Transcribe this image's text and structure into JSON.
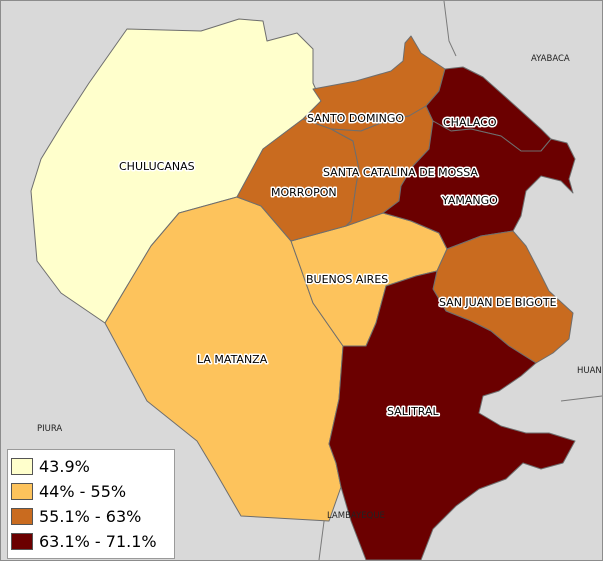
{
  "colors": {
    "class1": "#ffffcc",
    "class2": "#fdc35c",
    "class3": "#c96b1f",
    "class4": "#6b0000",
    "background": "#d9d9d9",
    "border": "#6e6e6e"
  },
  "districts": [
    {
      "name": "CHULUCANAS",
      "class": 1
    },
    {
      "name": "LA MATANZA",
      "class": 2
    },
    {
      "name": "BUENOS AIRES",
      "class": 2
    },
    {
      "name": "SANTO DOMINGO",
      "class": 3
    },
    {
      "name": "MORROPON",
      "class": 3
    },
    {
      "name": "SANTA CATALINA DE MOSSA",
      "class": 3
    },
    {
      "name": "SAN JUAN DE BIGOTE",
      "class": 3
    },
    {
      "name": "CHALACO",
      "class": 4
    },
    {
      "name": "YAMANGO",
      "class": 4
    },
    {
      "name": "SALITRAL",
      "class": 4
    }
  ],
  "regions": {
    "piura": "PIURA",
    "ayabaca": "AYABACA",
    "huan": "HUAN",
    "lambayeque": "LAMBAYEQUE"
  },
  "legend": [
    {
      "label": "43.9%",
      "color": "#ffffcc"
    },
    {
      "label": "44% - 55%",
      "color": "#fdc35c"
    },
    {
      "label": "55.1% - 63%",
      "color": "#c96b1f"
    },
    {
      "label": "63.1% - 71.1%",
      "color": "#6b0000"
    }
  ]
}
